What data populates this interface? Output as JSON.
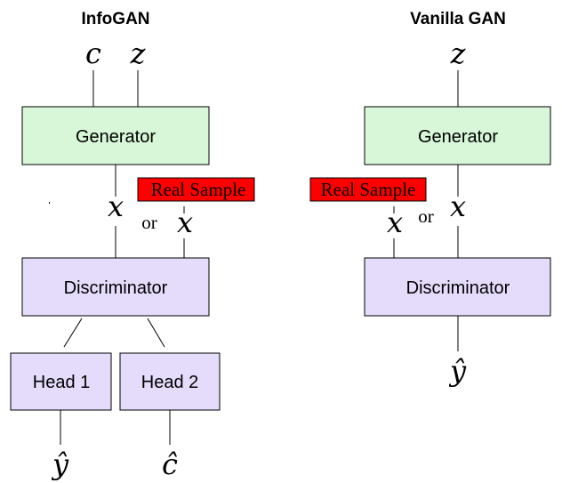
{
  "colors": {
    "generator_fill": "#d8f7d8",
    "discriminator_fill": "#e4dcfa",
    "real_sample_fill": "#ff0000",
    "stroke": "#000000"
  },
  "infogan": {
    "title": "InfoGAN",
    "input_c": "c",
    "input_z": "z",
    "generator": "Generator",
    "generated_x": "x",
    "or": "or",
    "real_sample": "Real Sample",
    "real_x": "x",
    "discriminator": "Discriminator",
    "head1": "Head 1",
    "head2": "Head 2",
    "output_y": "ŷ",
    "output_c": "ĉ"
  },
  "vanilla": {
    "title": "Vanilla GAN",
    "input_z": "z",
    "generator": "Generator",
    "real_sample": "Real Sample",
    "real_x": "x",
    "or": "or",
    "generated_x": "x",
    "discriminator": "Discriminator",
    "output_y": "ŷ"
  }
}
